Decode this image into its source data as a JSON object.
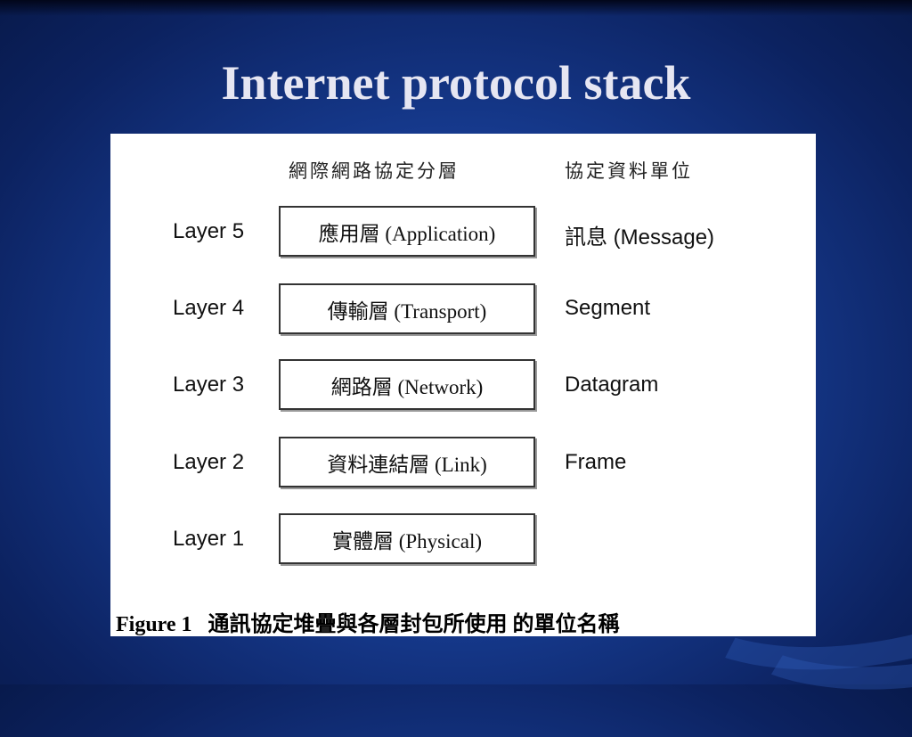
{
  "slide": {
    "title": "Internet protocol stack"
  },
  "figure": {
    "column_headers": {
      "layers": "網際網路協定分層",
      "units": "協定資料單位"
    },
    "layers": [
      {
        "label": "Layer 5",
        "name": "應用層 (Application)",
        "unit": "訊息 (Message)"
      },
      {
        "label": "Layer 4",
        "name": "傳輸層 (Transport)",
        "unit": "Segment"
      },
      {
        "label": "Layer 3",
        "name": "網路層 (Network)",
        "unit": "Datagram"
      },
      {
        "label": "Layer 2",
        "name": "資料連結層 (Link)",
        "unit": "Frame"
      },
      {
        "label": "Layer 1",
        "name": "實體層 (Physical)",
        "unit": ""
      }
    ],
    "caption": {
      "number": "Figure 1",
      "text": "通訊協定堆疊與各層封包所使用 的單位名稱"
    }
  }
}
